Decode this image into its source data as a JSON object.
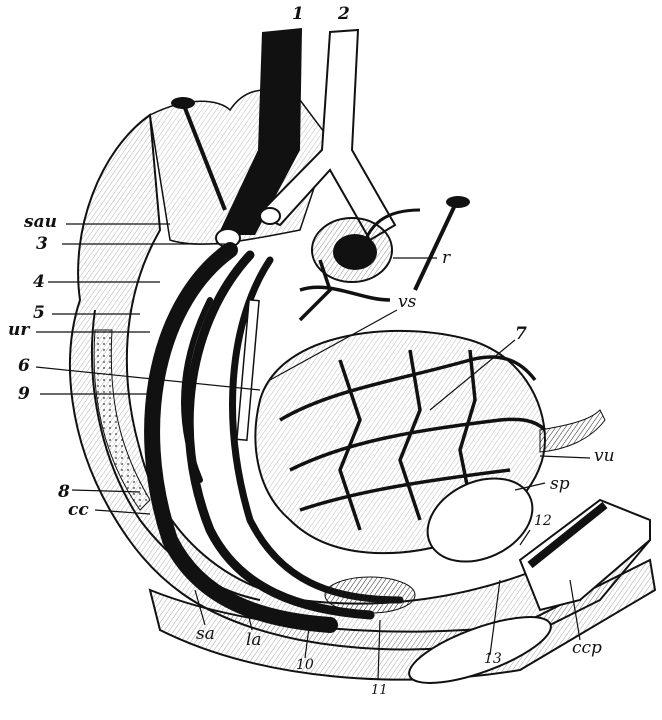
{
  "figure": {
    "labels": {
      "n1": "1",
      "n2": "2",
      "sau": "sau",
      "n3": "3",
      "r": "r",
      "n4": "4",
      "n5": "5",
      "ur": "ur",
      "vs": "vs",
      "n7": "7",
      "n6": "6",
      "n9": "9",
      "vu": "vu",
      "sp": "sp",
      "n8": "8",
      "cc": "cc",
      "n12": "12",
      "sa": "sa",
      "la": "la",
      "n10": "10",
      "n11": "11",
      "n13": "13",
      "ccp": "ccp"
    }
  }
}
